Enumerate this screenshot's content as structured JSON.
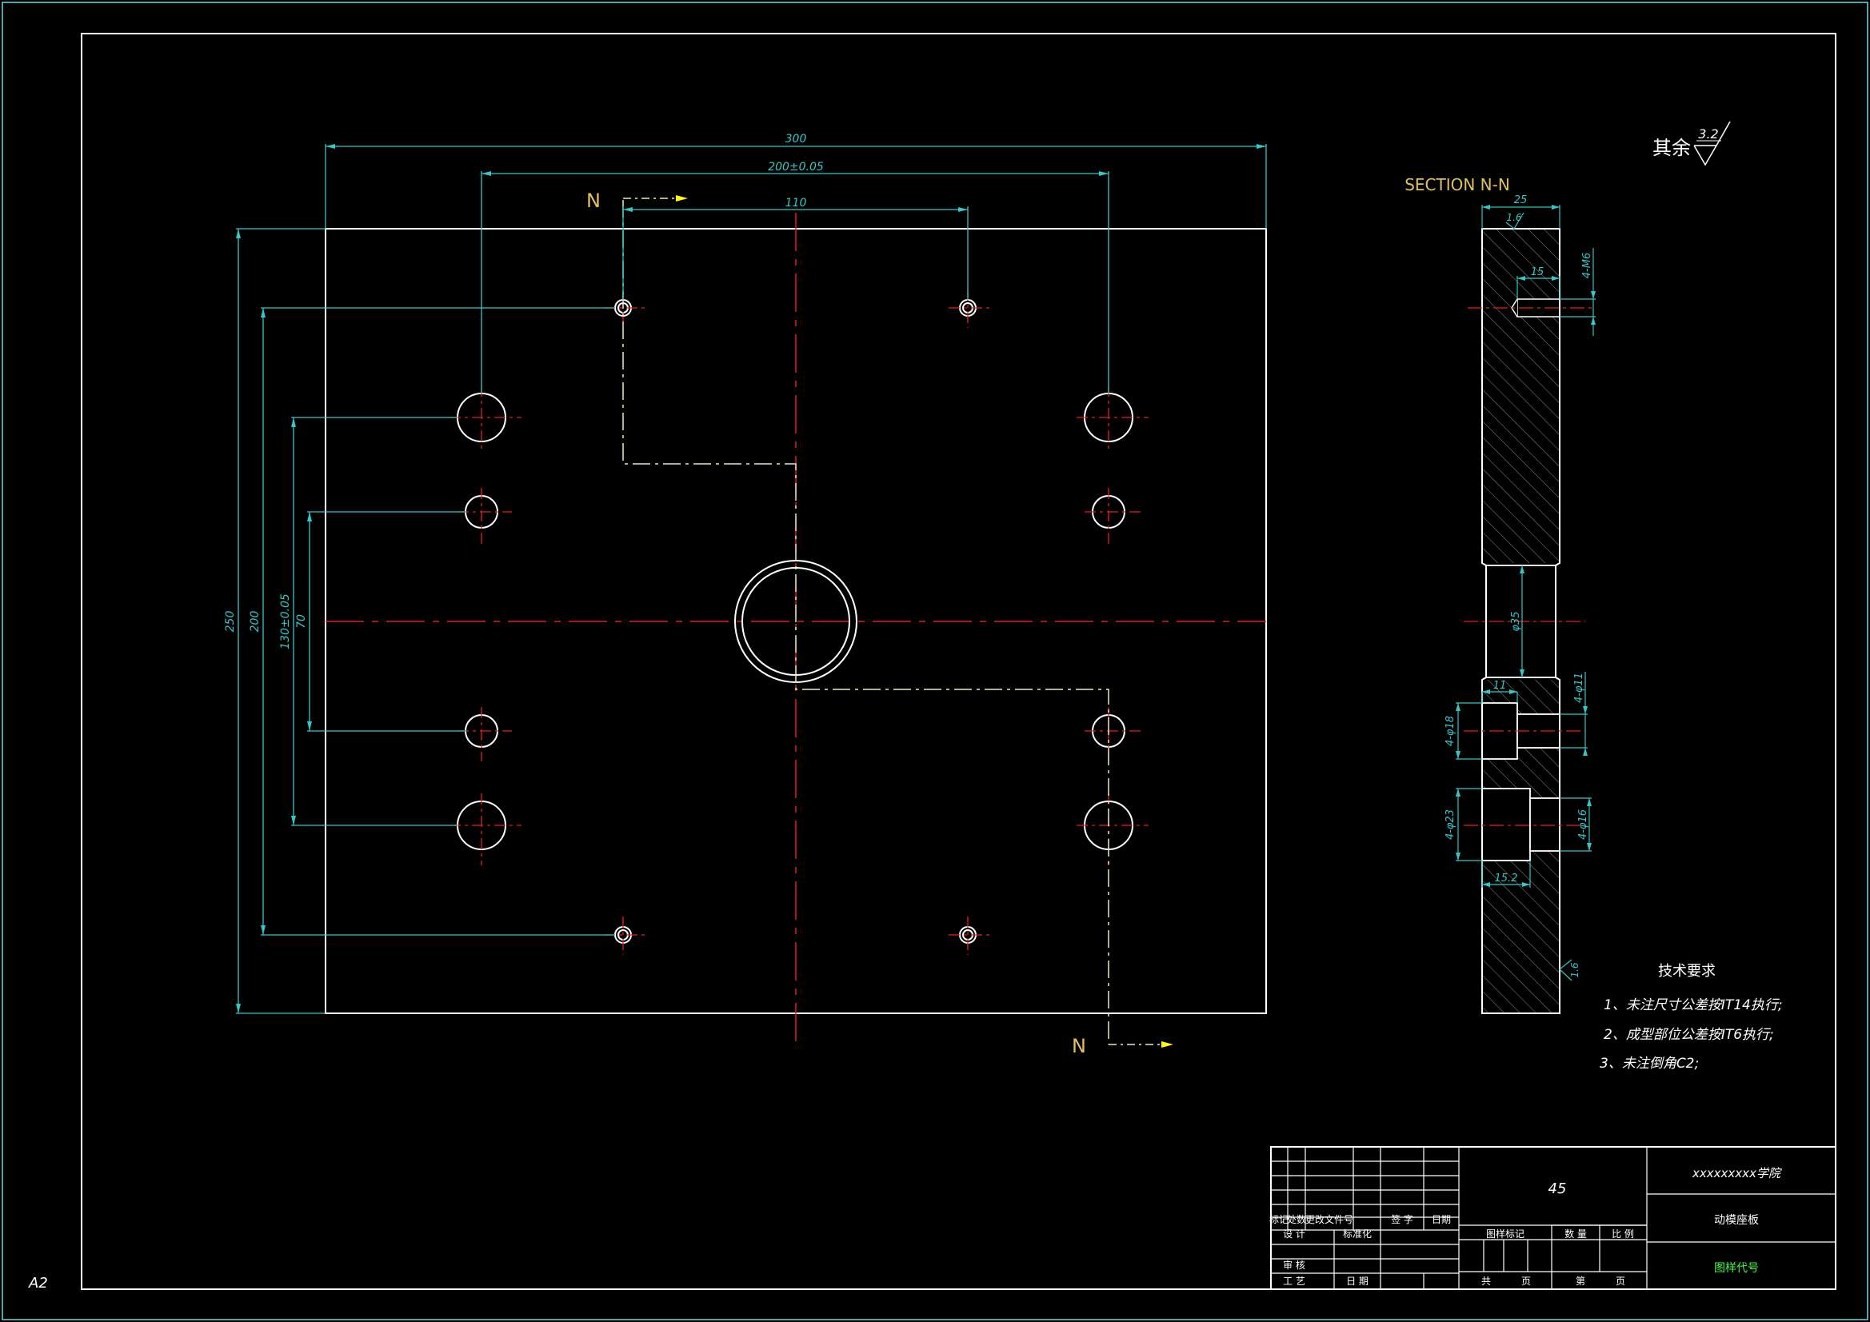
{
  "colors": {
    "background": "#000000",
    "outline": "#ffffff",
    "dimension": "#35c6c6",
    "centerline": "#e02020",
    "hidden": "#e8e8c0",
    "section_label": "#e0c060",
    "arrow": "#ffff00",
    "green_text": "#40ff40",
    "frame": "#6fd8e0"
  },
  "sheet": {
    "size_label": "A2"
  },
  "dimensions": {
    "overall_width": "300",
    "guide_spacing": "200±0.05",
    "bolt_spacing_x": "110",
    "overall_height": "250",
    "bolt_spacing_y": "200",
    "guide_spacing_y": "130±0.05",
    "inner_spacing_y": "70"
  },
  "section_cut": {
    "start_label": "N",
    "end_label": "N"
  },
  "section_view": {
    "title": "SECTION  N-N",
    "thickness": "25",
    "top_roughness": "1.6",
    "thread_depth": "15",
    "thread_callout": "4-M6",
    "bore": "φ35",
    "cbore_depth": "11",
    "cbore_dia": "4-φ18",
    "through_dia": "4-φ11",
    "step_dia": "4-φ23",
    "step_through_dia": "4-φ16",
    "step_depth": "15.2",
    "side_roughness": "1.6"
  },
  "roughness_note": {
    "label": "其余",
    "value": "3.2"
  },
  "tech_requirements": {
    "title": "技术要求",
    "items": [
      "1、未注尺寸公差按IT14执行;",
      "2、成型部位公差按IT6执行;",
      "3、未注倒角C2;"
    ]
  },
  "title_block": {
    "material": "45",
    "school": "xxxxxxxxx学院",
    "part_name": "动模座板",
    "drawing_no": "图样代号",
    "header": [
      "标记",
      "处数",
      "更改文件号",
      "签 字",
      "日期"
    ],
    "design": "设 计",
    "standardize": "标准化",
    "review": "审 核",
    "process": "工 艺",
    "date": "日 期",
    "stage_mark": "图样标记",
    "quantity": "数 量",
    "scale": "比 例",
    "total_sheets": "共",
    "sheet_unit": "页",
    "sheet_no": "第",
    "sheet_unit2": "页"
  }
}
